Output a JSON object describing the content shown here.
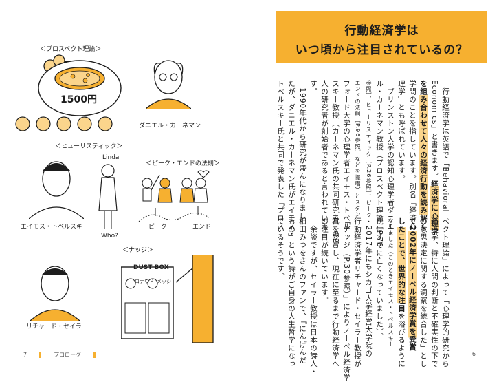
{
  "title": {
    "line1": "行動経済学は",
    "line2": "いつ頃から注目されているの？"
  },
  "body": {
    "top_cols": [
      "　行動経済学は英語で「Behavioral",
      "Economics」と書きます。",
      "学問のことを指しています。別名「経済心",
      "理学」とも呼ばれています。",
      "　プリンストン大学の認知心理学者ダニエ",
      "ル・カーネマン教授（プロスペクト理論［P.78",
      "参照］、ヒューリスティック［P.26参照］、ピーク・",
      "エンドの法則［P.96参照］などを提唱）とスタン",
      "フォード大学の心理学者エイモス・トベル",
      "スキー教授（カーネマン氏の共同研究者）の2",
      "人の研究者が創始者であると言われていま",
      "す。",
      "　1990年代から研究が盛んになりまし",
      "たが、ダニエル・カーネマン氏がエイモス・",
      "トベルスキー氏と共同で発表した「プロス"
    ],
    "hl_1": "経済学に心理学",
    "hl_2": "を組み合わせて人々の経済行動を読み解く",
    "bottom_cols": [
      "ペクト理論」によって「心理学的研究から",
      "経済学、特に人間の判断と不確実性の下で",
      "の意思決定に関する洞察を統合した」とし",
      "なりました（このときエイモス・トベルスキー",
      "氏はすでに亡くなっていました）。",
      "　2017年にもシカゴ大学経営大学院の",
      "行動経済学者リチャード・セイラー教授が",
      "「ナッジ（P.30参照）」によりノーベル経済学",
      "賞を受賞し、現在に至るまで行動経済学へ",
      "の注目が続いています。",
      "　余談ですが、セイラー教授は日本の詩人・",
      "相田みつをさんのファンで、「にんげんだ",
      "もの」という詩がご自身の人生哲学になっ",
      "ているそうです。"
    ],
    "hl_3": "て2002年にノーベル経済学賞を受賞",
    "hl_4": "したことで、世界的な注目",
    "hl_4_rest": "を浴びるように"
  },
  "illustrations": {
    "prospect_label": "＜プロスペクト理論＞",
    "price": "1500円",
    "kahneman": "ダニエル・カーネマン",
    "heuristic_label": "＜ヒューリスティック＞",
    "linda": "Linda",
    "who": "Who?",
    "tversky": "エイモス・トベルスキー",
    "peak_end_label": "＜ピーク・エンドの法則＞",
    "peak": "ピーク",
    "end": "エンド",
    "nudge_label": "＜ナッジ＞",
    "dust_box": "DUST BOX",
    "bin_left": "ロナウド",
    "bin_right": "メッシ",
    "thaler": "リチャード・セイラー"
  },
  "footer": {
    "left_page": "7",
    "left_title": "プロローグ",
    "right_page": "6"
  },
  "colors": {
    "accent": "#f6b030",
    "highlight": "#fbd58c",
    "text": "#1d1d1d"
  }
}
